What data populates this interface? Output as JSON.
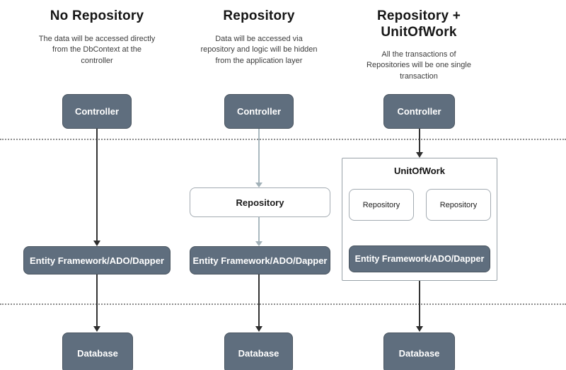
{
  "diagram": {
    "columns": [
      {
        "title": "No Repository",
        "description": "The data will be accessed directly\nfrom the DbContext at the\ncontroller",
        "controller_label": "Controller",
        "ef_label": "Entity Framework/ADO/Dapper",
        "database_label": "Database"
      },
      {
        "title": "Repository",
        "description": "Data will be accessed via\nrepository and logic will be hidden\nfrom the application layer",
        "controller_label": "Controller",
        "repository_label": "Repository",
        "ef_label": "Entity Framework/ADO/Dapper",
        "database_label": "Database"
      },
      {
        "title": "Repository +\nUnitOfWork",
        "description": "All the transactions of\nRepositories will be one single\ntransaction",
        "controller_label": "Controller",
        "unitofwork_label": "UnitOfWork",
        "repository1_label": "Repository",
        "repository2_label": "Repository",
        "ef_label": "Entity Framework/ADO/Dapper",
        "database_label": "Database"
      }
    ],
    "colors": {
      "node_fill": "#5f6e7e",
      "node_border": "#49545f",
      "node_text": "#ffffff",
      "light_box_border": "#a3abb2",
      "container_border": "#98a1a8",
      "arrow_dark": "#2e2e2e",
      "arrow_light": "#a2b1b8",
      "divider_dotted": "#8c8c8c"
    }
  }
}
